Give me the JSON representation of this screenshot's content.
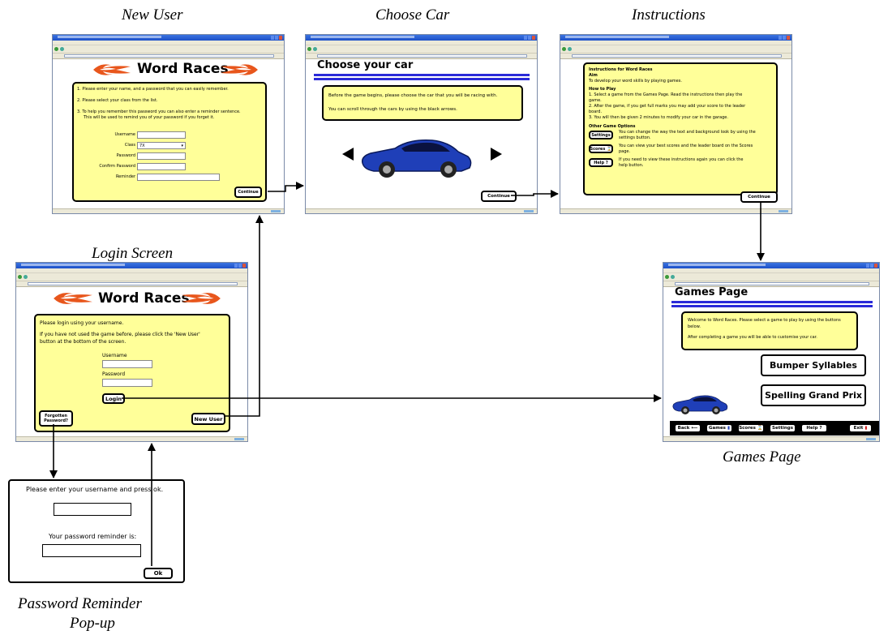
{
  "captions": {
    "new_user": "New User",
    "choose_car": "Choose Car",
    "instructions": "Instructions",
    "login": "Login Screen",
    "games": "Games Page",
    "popup_line1": "Password Reminder",
    "popup_line2": "Pop-up"
  },
  "brand": {
    "title": "Word Races",
    "flame_color": "#e8561c",
    "panel_color": "#ffff99",
    "bar_color": "#2a2ad8",
    "car_color": "#1f3fb8"
  },
  "new_user": {
    "line1": "1. Please enter your name, and a password that you can easily remember.",
    "line2": "2. Please select your class from the list.",
    "line3a": "3. To help you remember this password you can also enter a reminder sentence.",
    "line3b": "This will be used to remind you of your password if you forget it.",
    "labels": {
      "username": "Username",
      "class": "Class",
      "password": "Password",
      "confirm": "Confirm Password",
      "reminder": "Reminder"
    },
    "class_value": "7X",
    "continue": "Continue"
  },
  "choose_car": {
    "heading": "Choose your car",
    "line1": "Before the game begins, please choose the car that you will be racing with.",
    "line2": "You can scroll through the cars by using the black arrows.",
    "continue": "Continue"
  },
  "instructions": {
    "title": "Instructions for Word Races",
    "aim_h": "Aim",
    "aim": "To develop your word skills by playing games.",
    "howto_h": "How to Play",
    "step1a": "1. Select a game from the Games Page. Read the instructions then play the",
    "step1b": "game.",
    "step2a": "2. After the game, if you get full marks you may add your score to the leader",
    "step2b": "board.",
    "step3": "3. You will then be given 2 minutes to modify your car in the garage.",
    "other_h": "Other Game Options",
    "settings_btn": "Settings",
    "settings_a": "You can change the way the text and background look by using the",
    "settings_b": "settings button.",
    "scores_btn": "Scores",
    "scores_a": "You can view your best scores and the leader board on the Scores",
    "scores_b": "page.",
    "help_btn": "Help ?",
    "help_a": "If you need to view these instructions again you can click the",
    "help_b": "help button.",
    "continue": "Continue"
  },
  "login": {
    "line1": "Please login using your username.",
    "line2a": "If you have not used the game before, please click the 'New User'",
    "line2b": "button at the bottom of the screen.",
    "username": "Username",
    "password": "Password",
    "login_btn": "Login",
    "forgotten_a": "Forgotten",
    "forgotten_b": "Password?",
    "new_user_btn": "New User"
  },
  "games": {
    "heading": "Games Page",
    "line1a": "Welcome to Word Races. Please select a game to play by using the buttons",
    "line1b": "below.",
    "line2": "After completing a game you will be able to customise your car.",
    "game1": "Bumper Syllables",
    "game2": "Spelling Grand Prix",
    "nav": {
      "back": "Back",
      "games": "Games",
      "scores": "Scores",
      "settings": "Settings",
      "help": "Help ?",
      "exit": "Exit"
    }
  },
  "popup": {
    "line1": "Please enter your username and press ok.",
    "line2": "Your password reminder is:",
    "ok": "Ok"
  }
}
